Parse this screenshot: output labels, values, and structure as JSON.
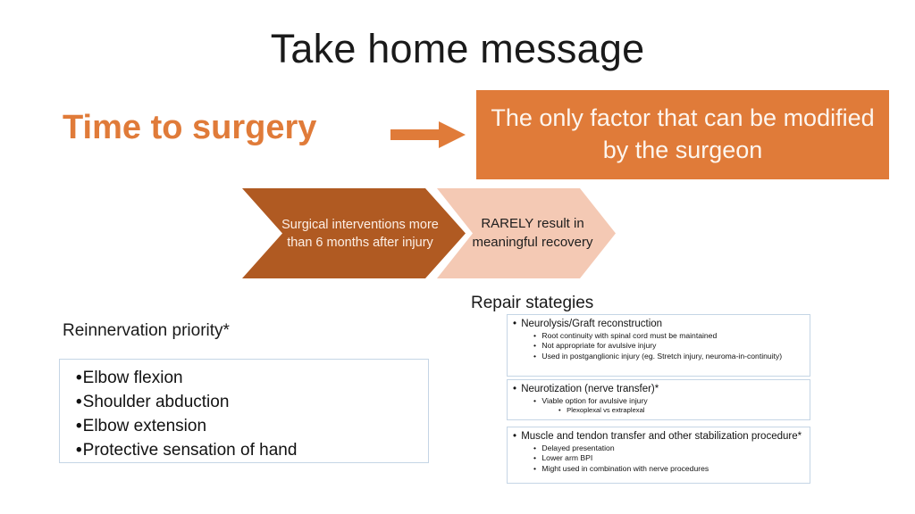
{
  "slide": {
    "title": "Take home message",
    "headline": "Time to surgery",
    "arrow_icon": "right-arrow-icon",
    "banner_text": "The only factor that can be modified by the surgeon",
    "colors": {
      "accent_orange": "#E07B39",
      "chevron_dark": "#B05A22",
      "chevron_light": "#F4C9B4",
      "bullet_red": "#A32B2B",
      "box_border": "#C5D5E5",
      "banner_text": "#FDF6EF",
      "body_text": "#121212"
    }
  },
  "process": {
    "steps": [
      {
        "text": "Surgical interventions more than 6 months after injury",
        "style": "dark"
      },
      {
        "text": "RARELY result in meaningful recovery",
        "style": "light"
      }
    ]
  },
  "left_panel": {
    "heading": "Reinnervation priority*",
    "bullet_char": "•",
    "items": [
      {
        "label": "Elbow flexion",
        "color": "red"
      },
      {
        "label": "Shoulder abduction",
        "color": "red"
      },
      {
        "label": "Elbow extension",
        "color": "black"
      },
      {
        "label": "Protective sensation of hand",
        "color": "black"
      }
    ]
  },
  "right_panel": {
    "heading": "Repair stategies",
    "bullet_char": "•",
    "boxes": [
      {
        "title": "Neurolysis/Graft reconstruction",
        "sub": [
          "Root continuity with spinal cord must be maintained",
          "Not appropriate for avulsive injury",
          "Used in postganglionic injury (eg. Stretch injury, neuroma-in-continuity)"
        ],
        "sub3": []
      },
      {
        "title": "Neurotization (nerve transfer)*",
        "sub": [
          "Viable option for avulsive injury"
        ],
        "sub3": [
          "Plexoplexal vs extraplexal"
        ]
      },
      {
        "title": "Muscle and tendon transfer and other stabilization procedure*",
        "sub": [
          "Delayed presentation",
          "Lower arm BPI",
          "Might used in combination with nerve procedures"
        ],
        "sub3": []
      }
    ]
  }
}
